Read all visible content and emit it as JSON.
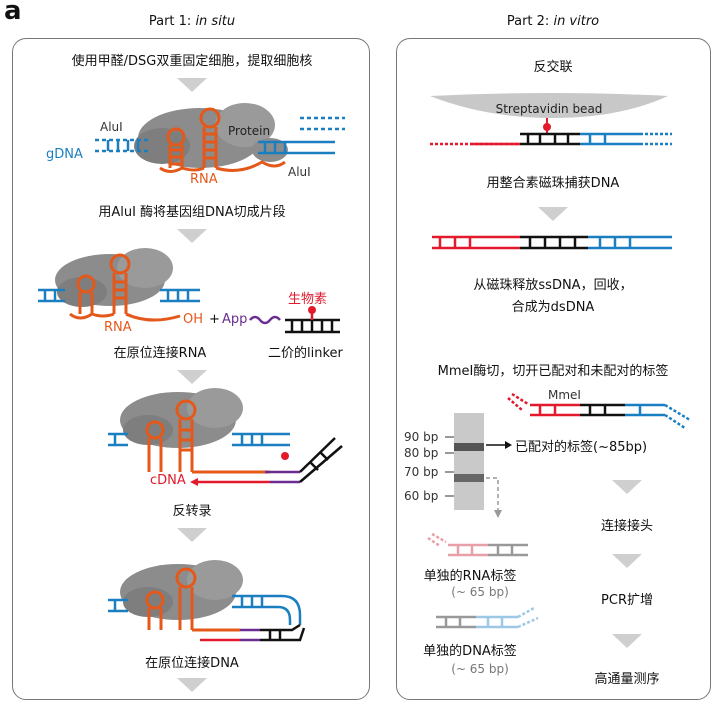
{
  "figure_label": "a",
  "part1": {
    "title_prefix": "Part 1: ",
    "title_italic": "in situ",
    "step1": "使用甲醛/DSG双重固定细胞，提取细胞核",
    "alui_left": "AluI",
    "alui_right": "AluI",
    "protein": "Protein",
    "gdna": "gDNA",
    "rna_a": "RNA",
    "step2": "用AluI 酶将基因组DNA切成片段",
    "biotin": "生物素",
    "rna_b": "RNA",
    "oh": "OH",
    "plus": "+",
    "app": "App",
    "step3": "在原位连接RNA",
    "linker": "二价的linker",
    "cdna": "cDNA",
    "step4": "反转录",
    "step5": "在原位连接DNA"
  },
  "part2": {
    "title_prefix": "Part 2: ",
    "title_italic": "in vitro",
    "step1": "反交联",
    "bead": "Streptavidin bead",
    "step2": "用整合素磁珠捕获DNA",
    "step3_line1": "从磁珠释放ssDNA，回收，",
    "step3_line2": "合成为dsDNA",
    "step4": "MmeI酶切，切开已配对和未配对的标签",
    "mmei": "MmeI",
    "gel_markers": [
      "90 bp",
      "80 bp",
      "70 bp",
      "60 bp"
    ],
    "paired_tag": "已配对的标签(~85bp)",
    "rna_tag": "单独的RNA标签",
    "rna_tag_size": "(~ 65 bp)",
    "dna_tag": "单独的DNA标签",
    "dna_tag_size": "(~ 65 bp)",
    "step5": "连接接头",
    "step6": "PCR扩增",
    "step7": "高通量测序"
  },
  "colors": {
    "rna_orange": "#e4581a",
    "dna_blue": "#1a7fc0",
    "biotin_red": "#e21a2c",
    "linker_purple": "#6a2c91",
    "protein_grey": "#8c8c8c",
    "arrow_grey": "#cfcfcf"
  }
}
